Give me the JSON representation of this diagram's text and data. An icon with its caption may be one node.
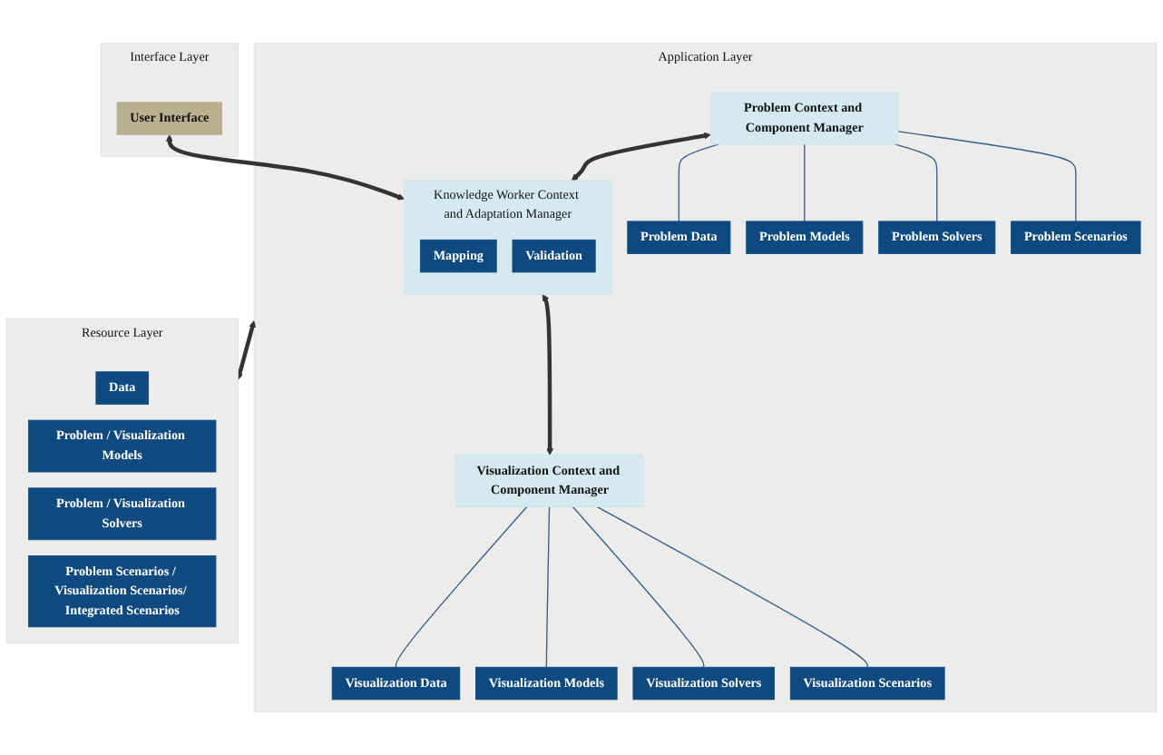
{
  "diagram": {
    "nodes": [
      {
        "text": [
          "Interface Layer"
        ]
      },
      {
        "text": [
          "User Interface"
        ],
        "in": 0
      },
      {
        "text": [
          "Application Layer"
        ]
      },
      {
        "text": [
          "Problem Context and Component Manager"
        ],
        "in": 2
      },
      {
        "text": [
          "Problem Data"
        ],
        "in": 2
      },
      {
        "text": [
          "Problem Models"
        ],
        "in": 2
      },
      {
        "text": [
          "Problem Solvers"
        ],
        "in": 2
      },
      {
        "text": [
          "Problem Scenarios"
        ],
        "in": 2
      },
      {
        "text": [
          "Knowledge Worker Context and Adaptation Manager"
        ],
        "in": 2
      },
      {
        "text": [
          "Mapping"
        ],
        "in": 8
      },
      {
        "text": [
          "Validation"
        ],
        "in": 8
      },
      {
        "text": [
          "Visualization Context and Component Manager"
        ],
        "in": 2
      },
      {
        "text": [
          "Visualization Data"
        ],
        "in": 2
      },
      {
        "text": [
          "Visualization Models"
        ],
        "in": 2
      },
      {
        "text": [
          "Visualization Solvers"
        ],
        "in": 2
      },
      {
        "text": [
          "Visualization Scenarios"
        ],
        "in": 2
      },
      {
        "text": [
          "Resource Layer"
        ]
      },
      {
        "text": [
          "Data"
        ],
        "in": 16
      },
      {
        "text": [
          "Problem / Visualization Models"
        ],
        "in": 16
      },
      {
        "text": [
          "Problem / Visualization Solvers"
        ],
        "in": 16
      },
      {
        "text": [
          "Problem Scenarios / Visualization Scenarios/ Integrated Scenarios"
        ],
        "in": 16
      }
    ],
    "edges": [
      {
        "from": 1,
        "to": 8,
        "arrow": "both",
        "style": "thick"
      },
      {
        "from": 3,
        "to": 8,
        "arrow": "both",
        "style": "thick"
      },
      {
        "from": 8,
        "to": 11,
        "arrow": "both",
        "style": "thick"
      },
      {
        "from": 3,
        "to": 4,
        "arrow": "none"
      },
      {
        "from": 3,
        "to": 5,
        "arrow": "none"
      },
      {
        "from": 3,
        "to": 6,
        "arrow": "none"
      },
      {
        "from": 3,
        "to": 7,
        "arrow": "none"
      },
      {
        "from": 11,
        "to": 12,
        "arrow": "none"
      },
      {
        "from": 11,
        "to": 13,
        "arrow": "none"
      },
      {
        "from": 11,
        "to": 14,
        "arrow": "none"
      },
      {
        "from": 11,
        "to": 15,
        "arrow": "none"
      },
      {
        "from": 2,
        "to": 16,
        "arrow": "both",
        "style": "thick"
      }
    ]
  }
}
